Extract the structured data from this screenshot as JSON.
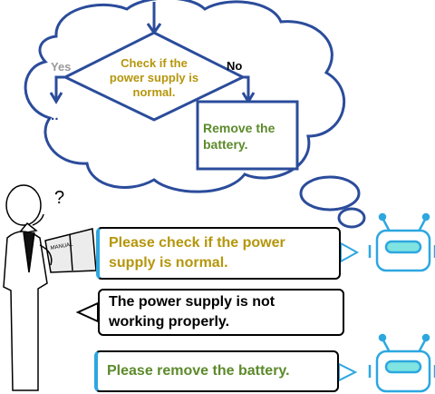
{
  "flowchart": {
    "decision_text": "Check if the\npower supply is\nnormal.",
    "yes_label": "Yes",
    "no_label": "No",
    "yes_branch_text": "...",
    "action_text": "Remove the\nbattery."
  },
  "conversation": {
    "robot_message_1": "Please check if the power supply is normal.",
    "person_reply": "The power supply is not working properly.",
    "robot_message_2": "Please remove the battery."
  },
  "person": {
    "question_mark": "?",
    "manual_label": "MANUAL"
  },
  "colors": {
    "cloud_stroke": "#2b4c9b",
    "decision_text": "#b5960b",
    "action_text": "#5c8a2b",
    "robot_bubble_accent": "#2da7e0",
    "robot_outline": "#2da7e0",
    "robot_fill": "#ffffff"
  },
  "icons": [
    "thought-cloud",
    "person-with-manual",
    "robot-head-icon",
    "speech-bubble"
  ]
}
